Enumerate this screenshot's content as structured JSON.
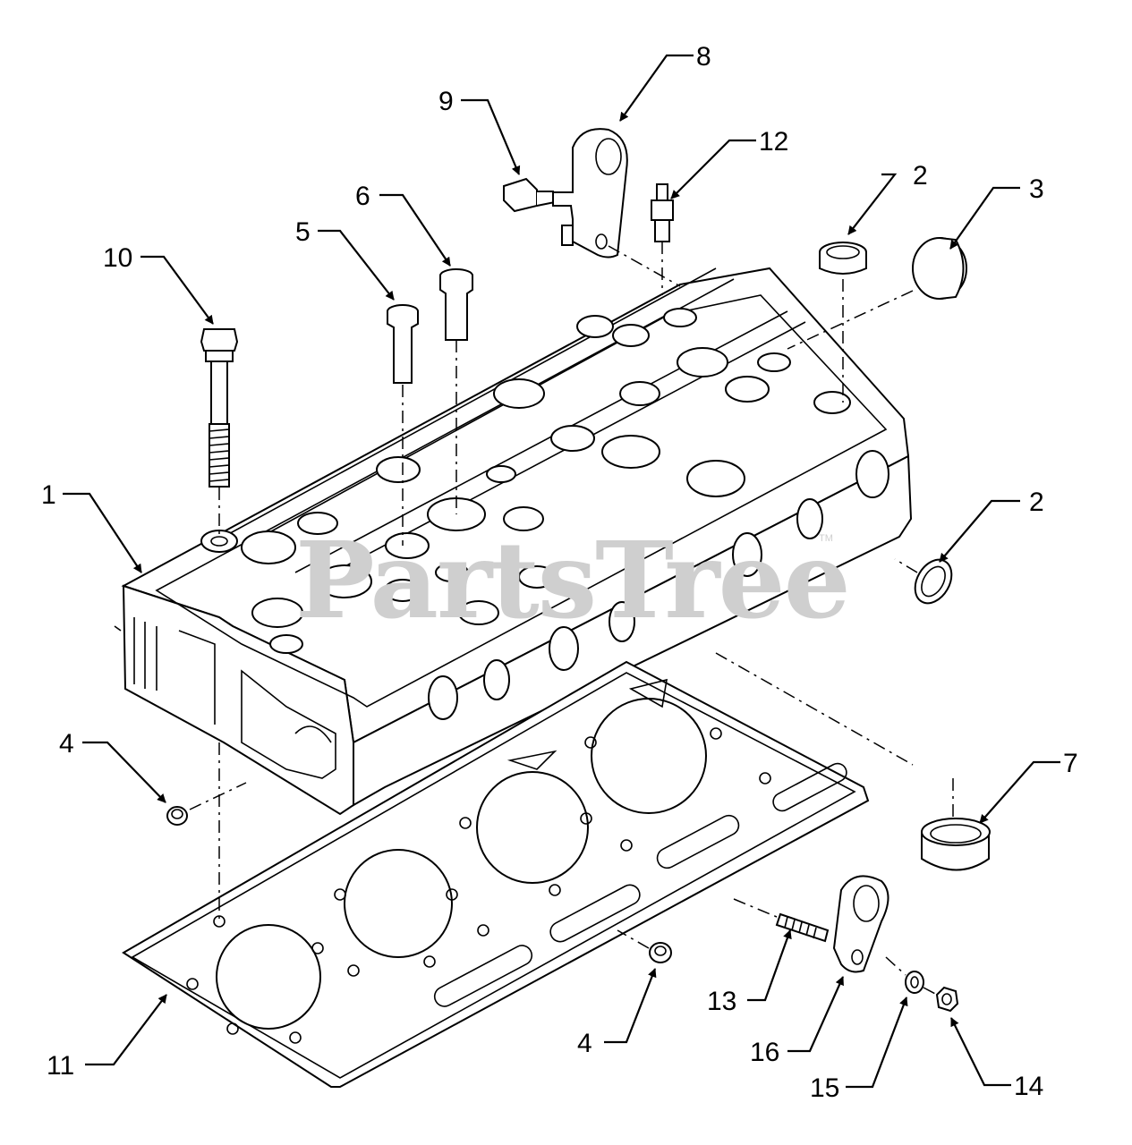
{
  "watermark": {
    "text": "PartsTree",
    "trademark": "TM"
  },
  "callouts": [
    {
      "id": "c1",
      "text": "1"
    },
    {
      "id": "c2a",
      "text": "2"
    },
    {
      "id": "c2b",
      "text": "2"
    },
    {
      "id": "c3",
      "text": "3"
    },
    {
      "id": "c4a",
      "text": "4"
    },
    {
      "id": "c4b",
      "text": "4"
    },
    {
      "id": "c5",
      "text": "5"
    },
    {
      "id": "c6",
      "text": "6"
    },
    {
      "id": "c7",
      "text": "7"
    },
    {
      "id": "c8",
      "text": "8"
    },
    {
      "id": "c9",
      "text": "9"
    },
    {
      "id": "c10",
      "text": "10"
    },
    {
      "id": "c11",
      "text": "11"
    },
    {
      "id": "c12",
      "text": "12"
    },
    {
      "id": "c13",
      "text": "13"
    },
    {
      "id": "c14",
      "text": "14"
    },
    {
      "id": "c15",
      "text": "15"
    },
    {
      "id": "c16",
      "text": "16"
    }
  ]
}
